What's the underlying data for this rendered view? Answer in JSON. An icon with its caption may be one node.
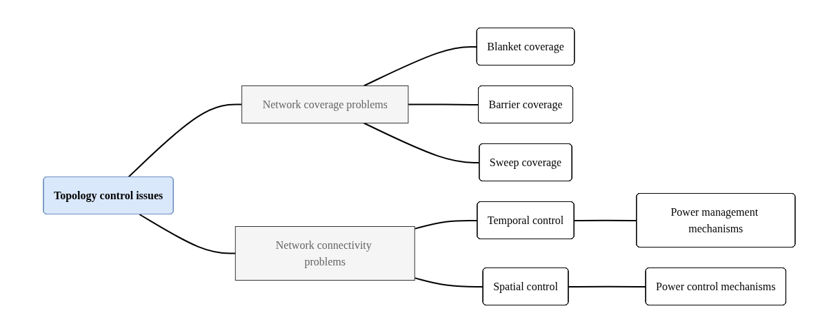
{
  "diagram": {
    "nodes": [
      {
        "text": [
          "Topology control issues"
        ]
      },
      {
        "text": [
          "Network coverage problems"
        ]
      },
      {
        "text": [
          "Blanket coverage"
        ]
      },
      {
        "text": [
          "Barrier coverage"
        ]
      },
      {
        "text": [
          "Sweep coverage"
        ]
      },
      {
        "text": [
          "Network connectivity problems"
        ]
      },
      {
        "text": [
          "Temporal control"
        ]
      },
      {
        "text": [
          "Power management mechanisms"
        ]
      },
      {
        "text": [
          "Spatial control"
        ]
      },
      {
        "text": [
          "Power control mechanisms"
        ]
      }
    ],
    "edges": [
      {
        "from": 0,
        "to": 1,
        "arrow": "none"
      },
      {
        "from": 0,
        "to": 5,
        "arrow": "none"
      },
      {
        "from": 1,
        "to": 2,
        "arrow": "none"
      },
      {
        "from": 1,
        "to": 3,
        "arrow": "none"
      },
      {
        "from": 1,
        "to": 4,
        "arrow": "none"
      },
      {
        "from": 5,
        "to": 6,
        "arrow": "none"
      },
      {
        "from": 5,
        "to": 8,
        "arrow": "none"
      },
      {
        "from": 6,
        "to": 7,
        "arrow": "none"
      },
      {
        "from": 8,
        "to": 9,
        "arrow": "none"
      }
    ]
  }
}
